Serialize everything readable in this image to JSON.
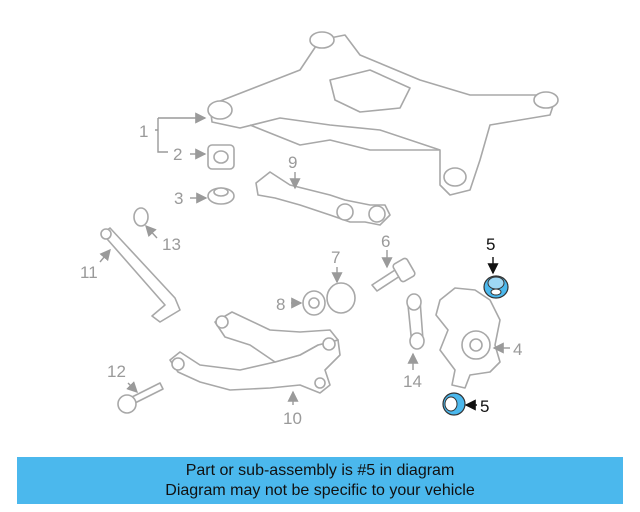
{
  "callouts": {
    "c1": "1",
    "c2": "2",
    "c3": "3",
    "c4": "4",
    "c5_top": "5",
    "c5_bottom": "5",
    "c6": "6",
    "c7": "7",
    "c8": "8",
    "c9": "9",
    "c10": "10",
    "c11": "11",
    "c12": "12",
    "c13": "13",
    "c14": "14"
  },
  "highlight_color": "#4bb8ed",
  "banner": {
    "line1": "Part or sub-assembly is #5 in diagram",
    "line2": "Diagram may not be specific to your vehicle"
  }
}
